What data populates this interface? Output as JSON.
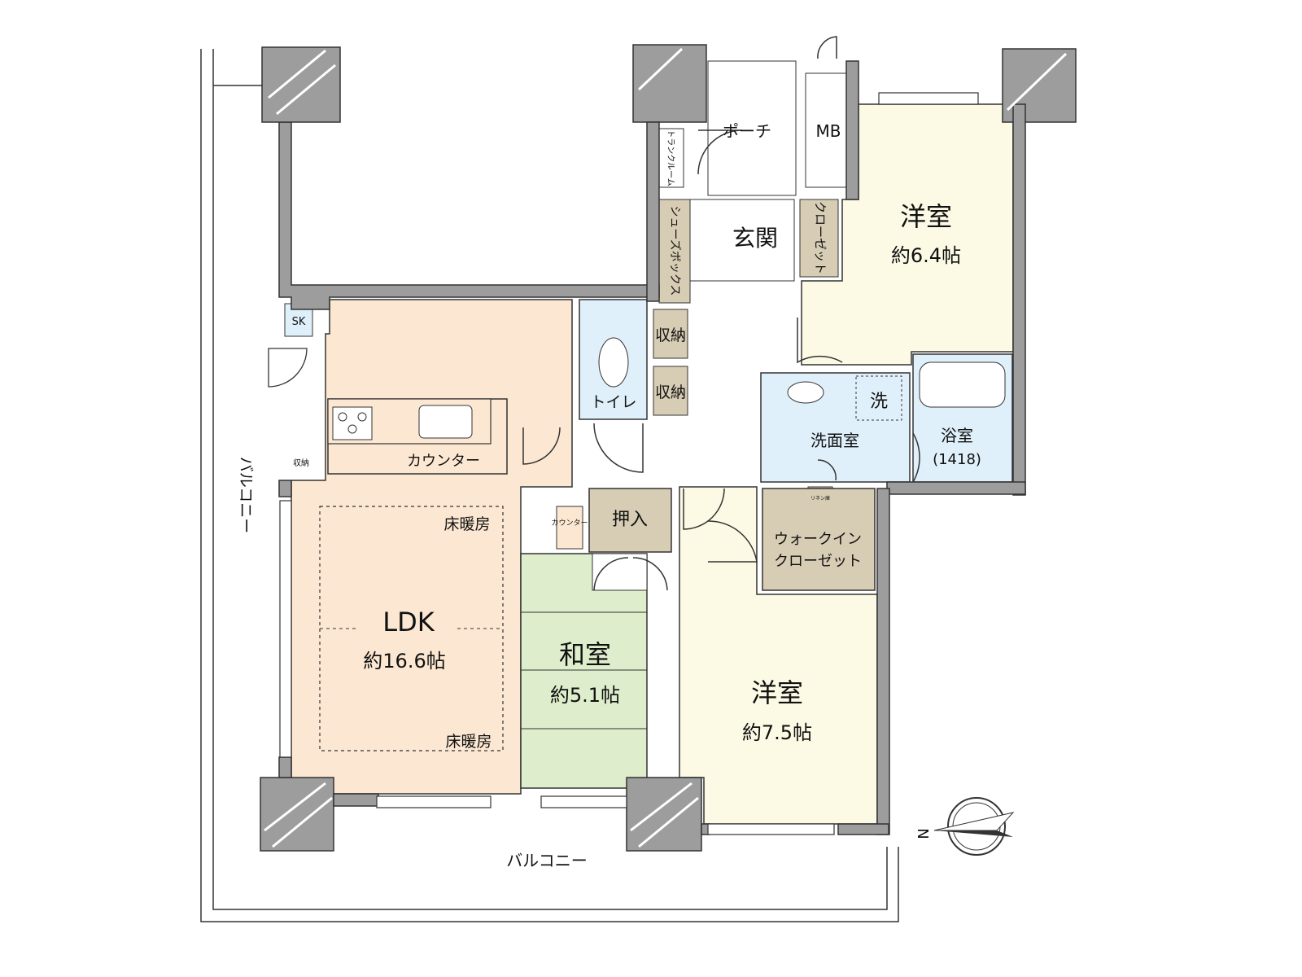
{
  "colors": {
    "wall": "#9d9d9d",
    "ldk": "#fce8d2",
    "washitsu": "#deedcb",
    "western_room": "#fcfae5",
    "storage": "#d7ccb4",
    "wet_area": "#dff0fb"
  },
  "rooms": {
    "ldk": {
      "name": "LDK",
      "area": "約16.6帖",
      "floor_heating_1": "床暖房",
      "floor_heating_2": "床暖房"
    },
    "washitsu": {
      "name": "和室",
      "area": "約5.1帖"
    },
    "western_top": {
      "name": "洋室",
      "area": "約6.4帖"
    },
    "western_bottom": {
      "name": "洋室",
      "area": "約7.5帖"
    },
    "genkan": "玄関",
    "porch": "ポーチ",
    "mb": "MB",
    "trunk_room": "トランクルーム",
    "shoes_box": "シューズボックス",
    "closet": "クローゼット",
    "storage_1": "収納",
    "storage_2": "収納",
    "storage_small": "収納",
    "toilet": "トイレ",
    "washroom": "洗面室",
    "laundry": "洗",
    "bathroom": "浴室",
    "bath_size": "(1418)",
    "linen": "リネン庫",
    "oshiire": "押入",
    "wic_1": "ウォークイン",
    "wic_2": "クローゼット",
    "kitchen_counter": "カウンター",
    "counter_small": "カウンター",
    "sk": "SK"
  },
  "balcony_left": "バルコニー",
  "balcony_bottom": "バルコニー",
  "compass": {
    "icon": "north-arrow-icon",
    "label": "N"
  }
}
